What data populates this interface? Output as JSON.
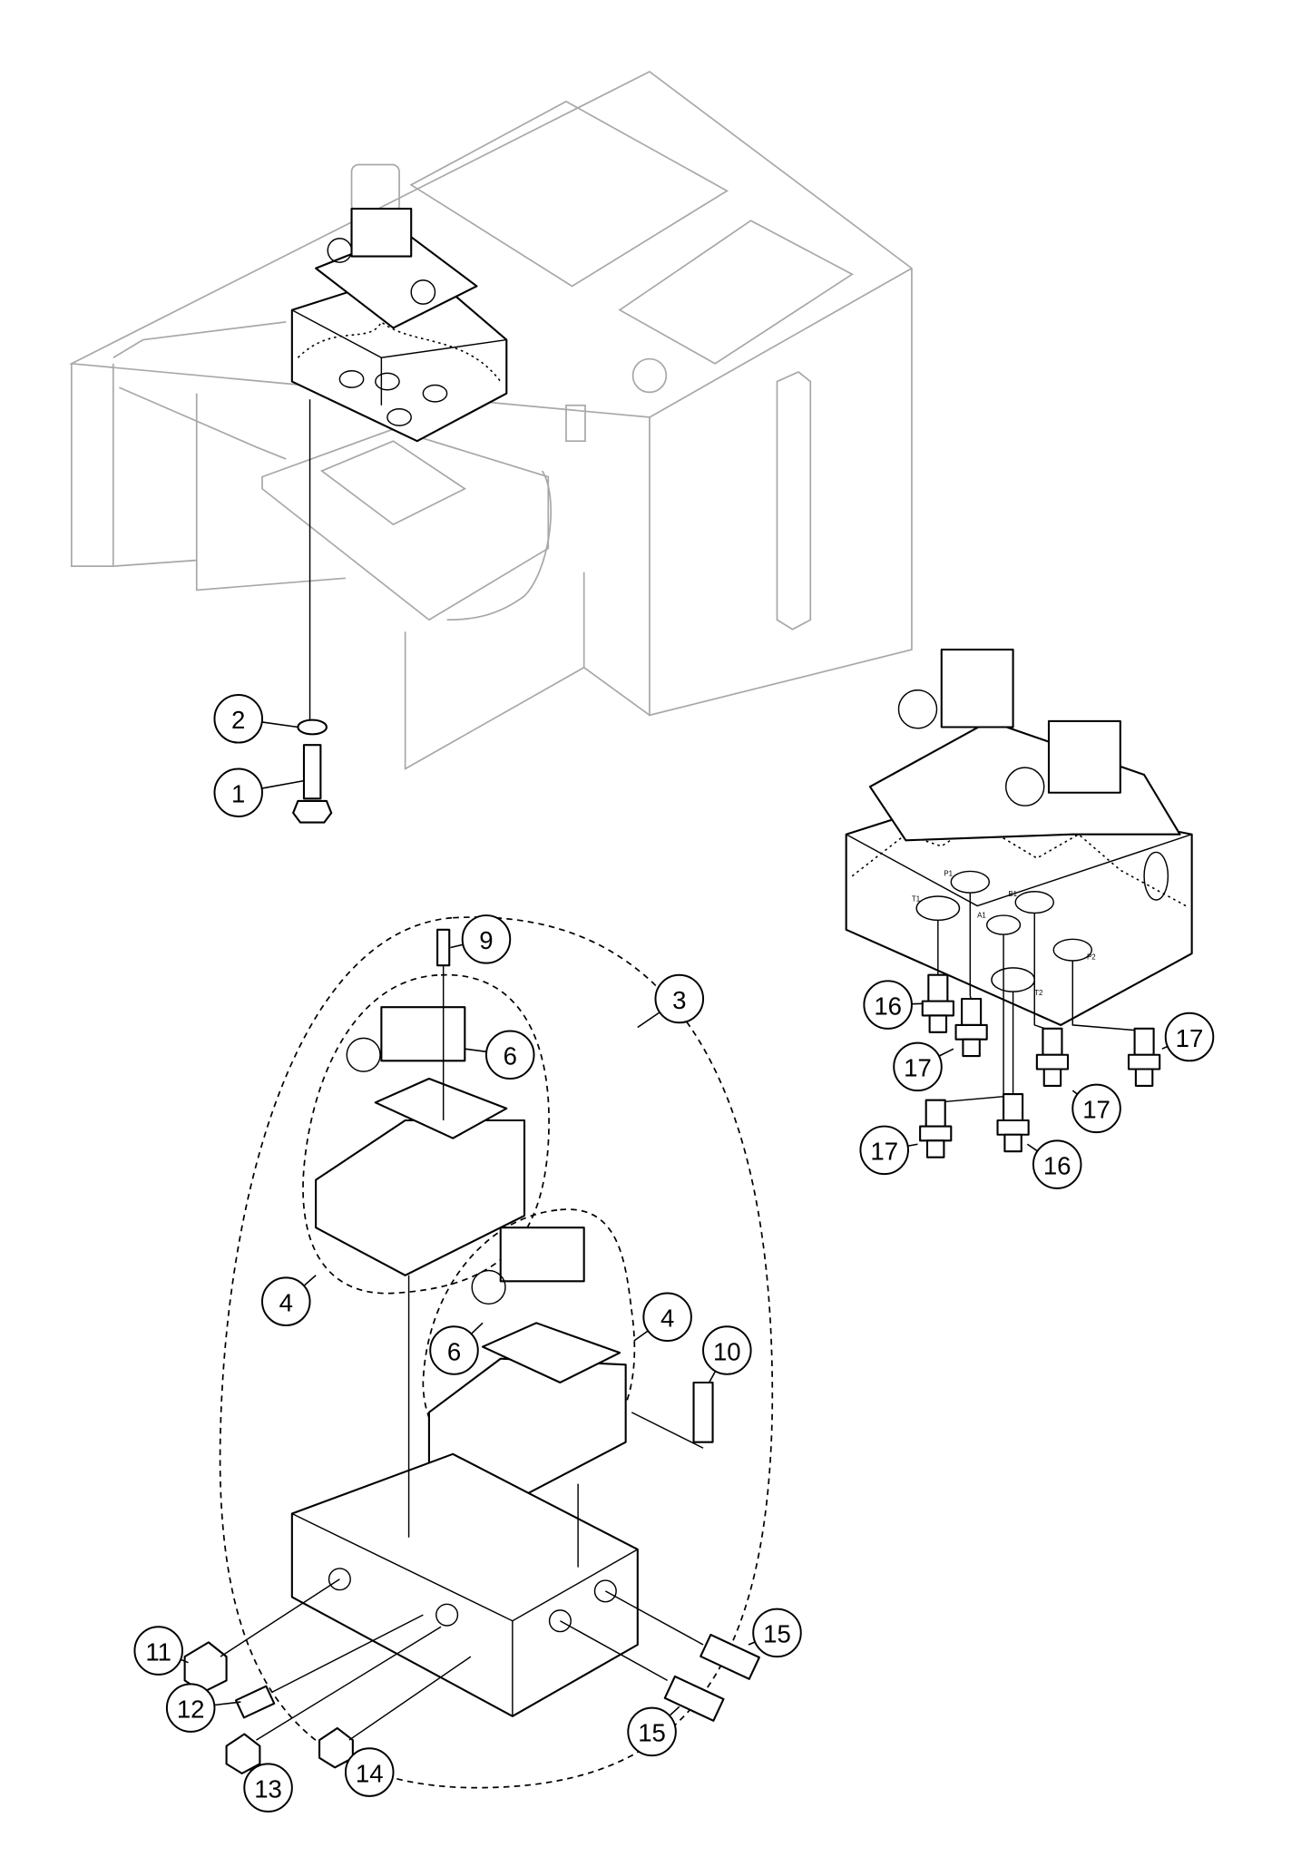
{
  "diagram": {
    "type": "exploded parts diagram",
    "callouts": [
      "2",
      "1",
      "9",
      "3",
      "6",
      "4",
      "6",
      "4",
      "10",
      "11",
      "12",
      "13",
      "14",
      "15",
      "15",
      "16",
      "17",
      "17",
      "17",
      "17",
      "16"
    ],
    "port_labels": [
      "T1",
      "P1",
      "B1",
      "A1",
      "P2",
      "T2"
    ],
    "colors": {
      "line": "#000000",
      "background_context": "#a8a8a8"
    }
  }
}
